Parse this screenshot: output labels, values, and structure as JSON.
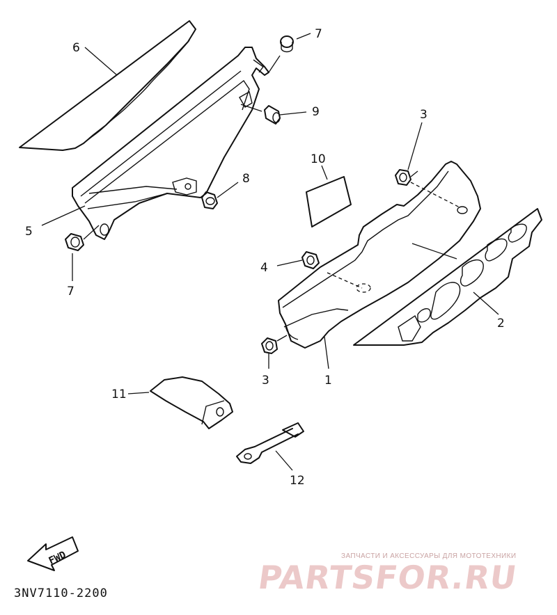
{
  "diagram_code": "3NV7110-2200",
  "fwd_label": "FWD",
  "watermark": {
    "tagline": "ЗАПЧАСТИ И АКСЕССУАРЫ ДЛЯ МОТОТЕХНИКИ",
    "brand": "PARTSFOR.RU"
  },
  "callouts": {
    "c1": "1",
    "c2": "2",
    "c3a": "3",
    "c3b": "3",
    "c4": "4",
    "c5": "5",
    "c6": "6",
    "c7a": "7",
    "c7b": "7",
    "c8": "8",
    "c9": "9",
    "c10": "10",
    "c11": "11",
    "c12": "12"
  }
}
